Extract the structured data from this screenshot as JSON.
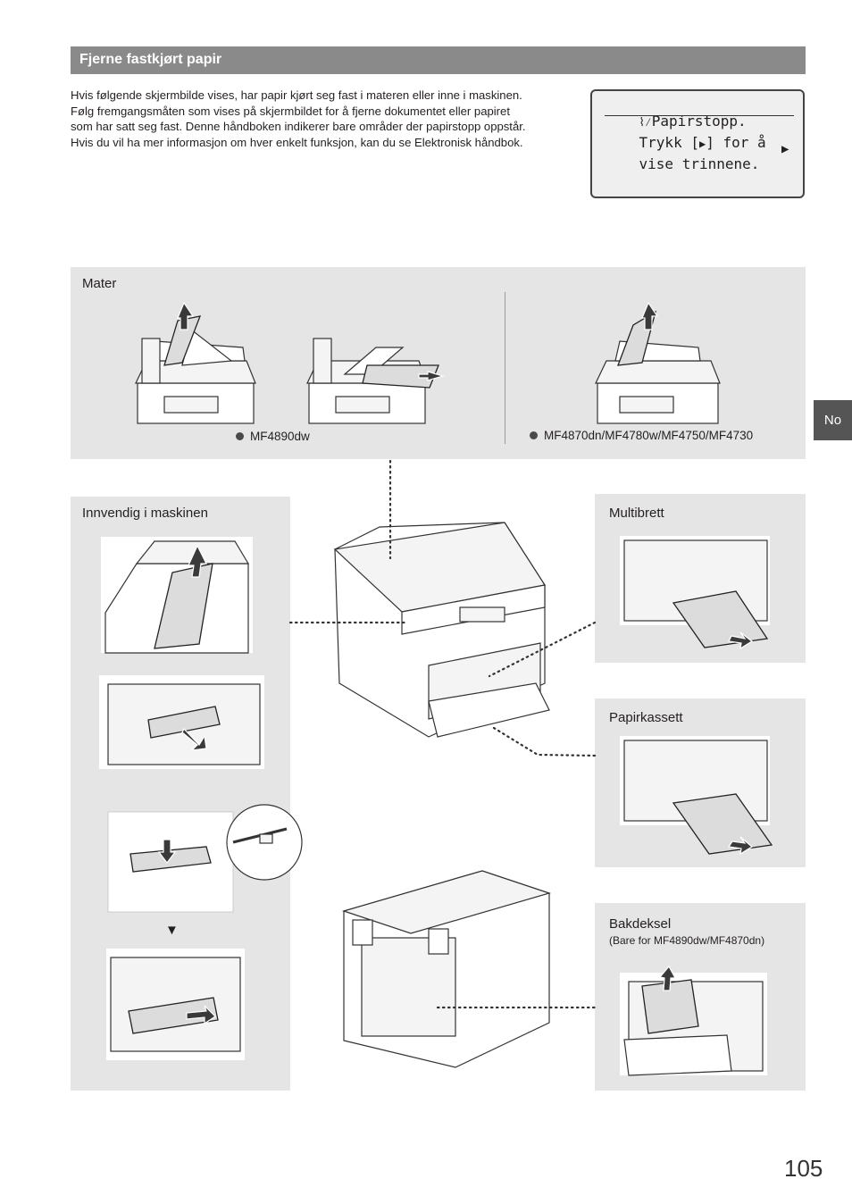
{
  "section": {
    "title": "Fjerne fastkjørt papir"
  },
  "intro": {
    "lines": [
      "Hvis følgende skjermbilde vises, har papir kjørt seg fast i materen eller inne i maskinen.",
      "Følg fremgangsmåten som vises på skjermbildet for å fjerne dokumentet eller papiret",
      "som har satt seg fast. Denne håndboken indikerer bare områder der papirstopp oppstår.",
      "Hvis du vil ha mer informasjon om hver enkelt funksjon, kan du se Elektronisk håndbok."
    ]
  },
  "lcd": {
    "line1": "Papirstopp.",
    "line2": "Trykk [",
    "line2_end": "] for å",
    "line3": "vise trinnene.",
    "icon": "paper-jam-icon",
    "arrow_icon": "right-triangle-icon"
  },
  "mater": {
    "label": "Mater",
    "model_left": "MF4890dw",
    "model_right": "MF4870dn/MF4780w/MF4750/MF4730"
  },
  "inside": {
    "label": "Innvendig i maskinen",
    "step_arrow": "▼"
  },
  "multibrett": {
    "label": "Multibrett"
  },
  "papirkassett": {
    "label": "Papirkassett"
  },
  "bakdeksel": {
    "label": "Bakdeksel",
    "note": "(Bare for MF4890dw/MF4870dn)"
  },
  "side_tab": {
    "label": "No"
  },
  "page_number": "105",
  "colors": {
    "panel": "#e5e5e5",
    "section_bar": "#8a8a8a",
    "tab": "#555555"
  }
}
